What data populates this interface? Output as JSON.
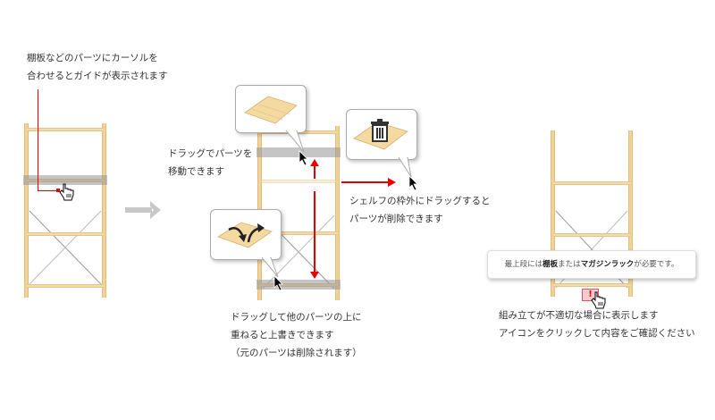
{
  "step1": {
    "caption_line1": "棚板などのパーツにカーソルを",
    "caption_line2": "合わせるとガイドが表示されます"
  },
  "step_arrow": {
    "icon": "right-arrow-icon",
    "color": "#c8c8c8"
  },
  "step2": {
    "move_caption_line1": "ドラッグでパーツを",
    "move_caption_line2": "移動できます",
    "delete_caption_line1": "シェルフの枠外にドラッグすると",
    "delete_caption_line2": "パーツが削除できます",
    "overwrite_caption_line1": "ドラッグして他のパーツの上に",
    "overwrite_caption_line2": "重ねると上書きできます",
    "overwrite_caption_line3": "（元のパーツは削除されます）",
    "guide_icons": [
      "shelf-board-icon",
      "trash-icon",
      "swap-arrows-icon"
    ],
    "arrow_color": "#e60000"
  },
  "step3": {
    "warning_prefix": "最上段には",
    "warning_bold1": "棚板",
    "warning_mid": "または",
    "warning_bold2": "マガジンラック",
    "warning_suffix": "が必要です。",
    "warning_icon_label": "!",
    "caption_line1": "組み立てが不適切な場合に表示します",
    "caption_line2": "アイコンをクリックして内容をご確認ください"
  },
  "colors": {
    "wood": "#f0d39a",
    "highlight": "#a8a8a8",
    "guide_line": "#e60000",
    "warning_bg": "#f7c9cf",
    "warning_border": "#d9555f"
  }
}
